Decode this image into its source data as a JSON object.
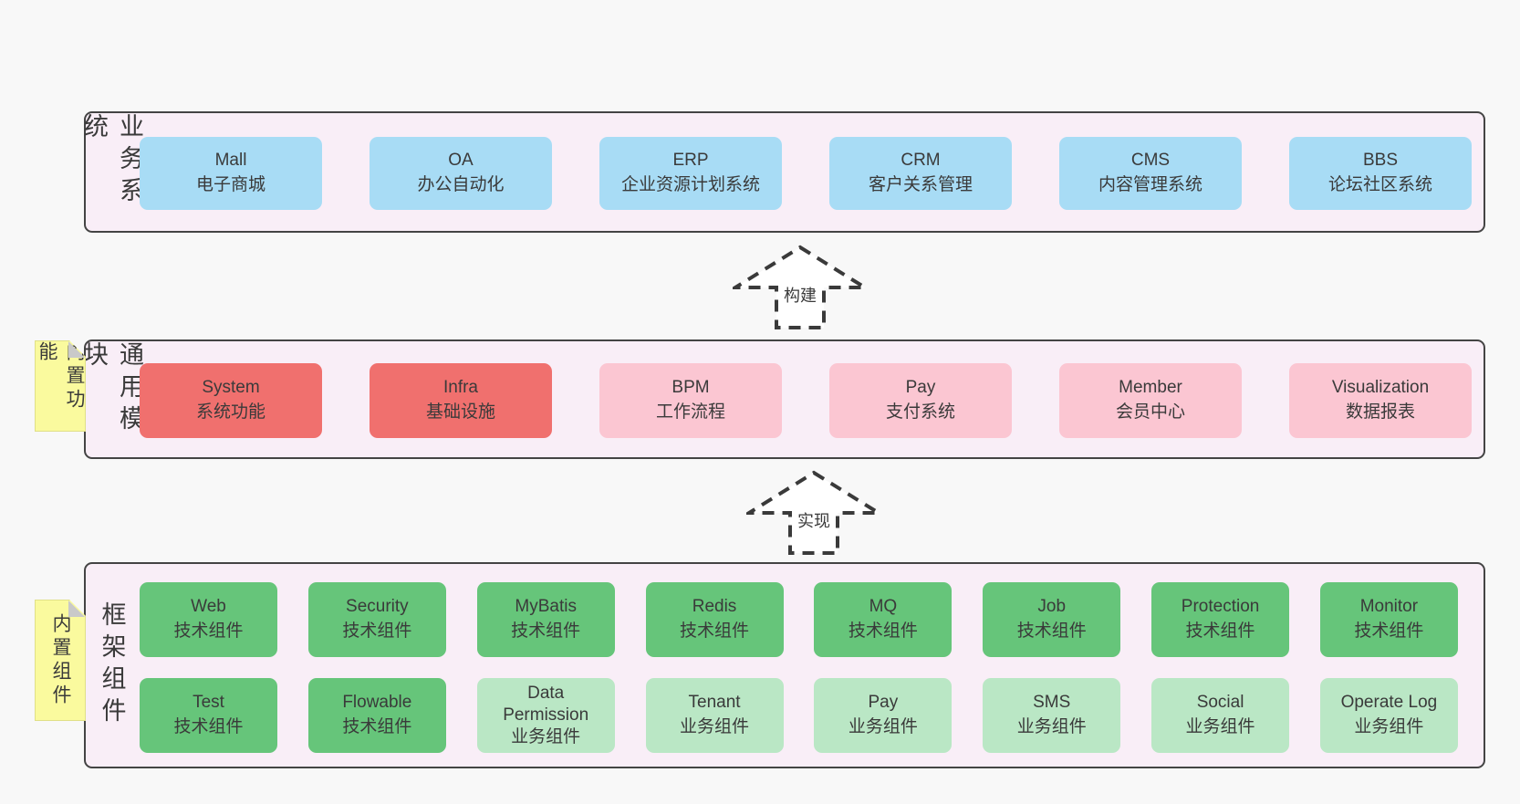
{
  "colors": {
    "page-bg": "#f8f8f8",
    "panel": "#f9eef7",
    "border": "#444444",
    "text": "#3a3a3a",
    "blue": "#a8dcf5",
    "red": "#f0706e",
    "pink": "#fbc6d2",
    "green": "#66c57a",
    "lightgreen": "#bae7c5",
    "sticky": "#fafa9e",
    "fold": "#c9c9c9"
  },
  "arrows": [
    {
      "label": "构建"
    },
    {
      "label": "实现"
    }
  ],
  "layers": [
    {
      "label": "业务系统",
      "boxes": [
        {
          "name": "Mall",
          "desc": "电子商城"
        },
        {
          "name": "OA",
          "desc": "办公自动化"
        },
        {
          "name": "ERP",
          "desc": "企业资源计划系统"
        },
        {
          "name": "CRM",
          "desc": "客户关系管理"
        },
        {
          "name": "CMS",
          "desc": "内容管理系统"
        },
        {
          "name": "BBS",
          "desc": "论坛社区系统"
        }
      ]
    },
    {
      "label": "通用模块",
      "tag": "内置功能",
      "boxes": [
        {
          "name": "System",
          "desc": "系统功能"
        },
        {
          "name": "Infra",
          "desc": "基础设施"
        },
        {
          "name": "BPM",
          "desc": "工作流程"
        },
        {
          "name": "Pay",
          "desc": "支付系统"
        },
        {
          "name": "Member",
          "desc": "会员中心"
        },
        {
          "name": "Visualization",
          "desc": "数据报表"
        }
      ]
    },
    {
      "label": "框架组件",
      "tag": "内置组件",
      "rows": [
        [
          {
            "name": "Web",
            "desc": "技术组件"
          },
          {
            "name": "Security",
            "desc": "技术组件"
          },
          {
            "name": "MyBatis",
            "desc": "技术组件"
          },
          {
            "name": "Redis",
            "desc": "技术组件"
          },
          {
            "name": "MQ",
            "desc": "技术组件"
          },
          {
            "name": "Job",
            "desc": "技术组件"
          },
          {
            "name": "Protection",
            "desc": "技术组件"
          },
          {
            "name": "Monitor",
            "desc": "技术组件"
          }
        ],
        [
          {
            "name": "Test",
            "desc": "技术组件"
          },
          {
            "name": "Flowable",
            "desc": "技术组件"
          },
          {
            "name": "Data Permission",
            "desc": "业务组件"
          },
          {
            "name": "Tenant",
            "desc": "业务组件"
          },
          {
            "name": "Pay",
            "desc": "业务组件"
          },
          {
            "name": "SMS",
            "desc": "业务组件"
          },
          {
            "name": "Social",
            "desc": "业务组件"
          },
          {
            "name": "Operate Log",
            "desc": "业务组件"
          }
        ]
      ]
    }
  ]
}
